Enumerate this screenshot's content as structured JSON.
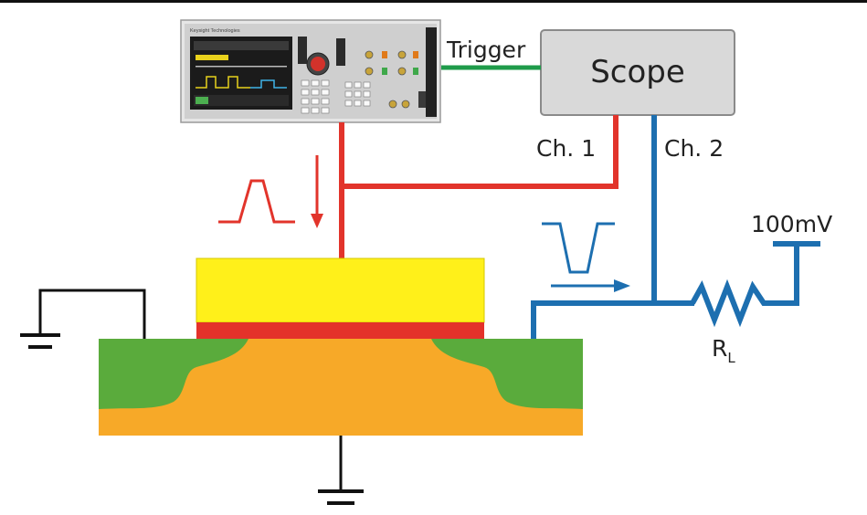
{
  "labels": {
    "scope": "Scope",
    "trigger": "Trigger",
    "ch1": "Ch. 1",
    "ch2": "Ch. 2",
    "voltage": "100mV",
    "resistor_main": "R",
    "resistor_sub": "L"
  },
  "instrument": {
    "brand": "Keysight Technologies"
  },
  "colors": {
    "red_signal": "#e2342b",
    "blue_signal": "#1d6fb0",
    "trigger_green": "#1f9b4a",
    "gate_yellow": "#fff01a",
    "oxide_red": "#e4322a",
    "substrate_orange": "#f7a928",
    "well_green": "#5aab3c",
    "scope_gray": "#d9d9d9"
  }
}
